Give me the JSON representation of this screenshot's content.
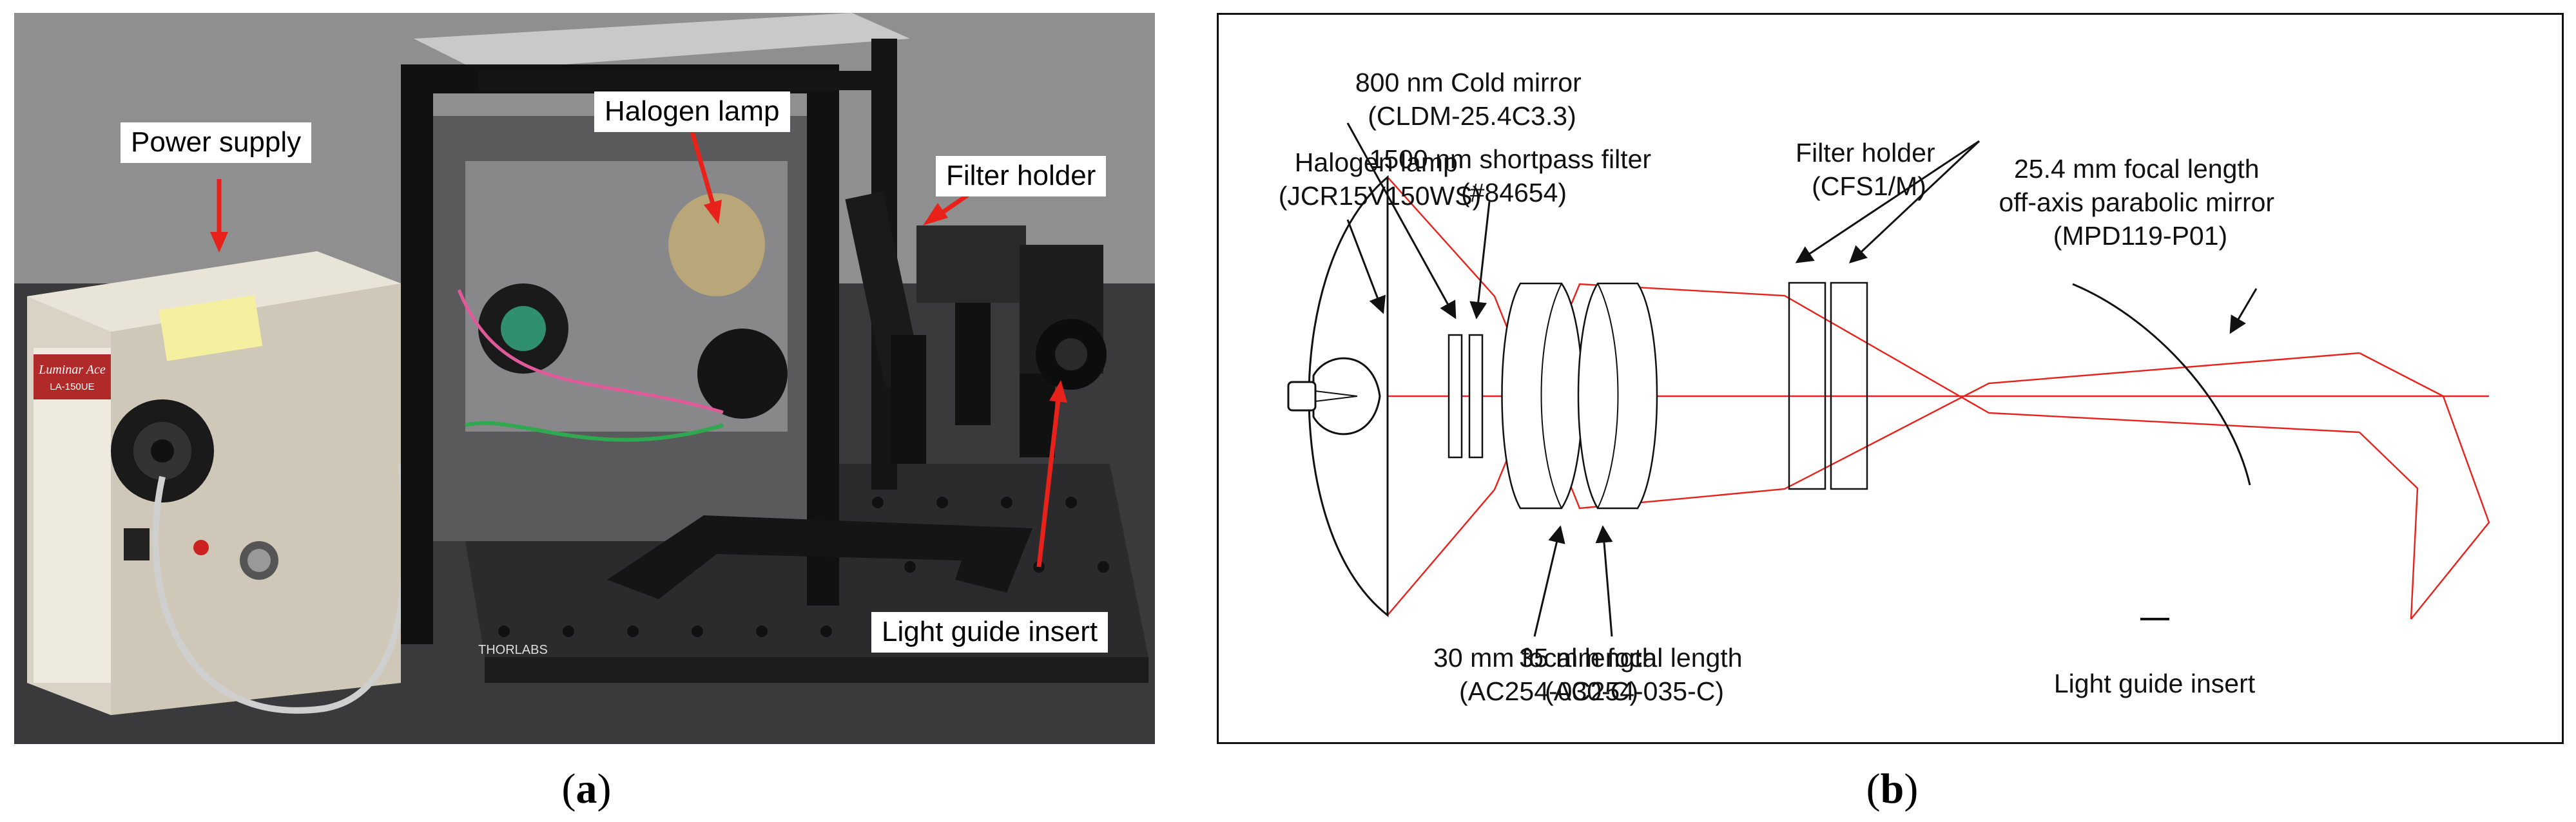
{
  "panel_a": {
    "caption_letter": "a",
    "labels": {
      "power_supply": "Power supply",
      "halogen_lamp": "Halogen lamp",
      "filter_holder": "Filter holder",
      "light_guide_insert": "Light guide insert"
    },
    "device_text": {
      "brand": "Luminar Ace",
      "model": "LA-150UE",
      "bench_brand": "THORLABS"
    }
  },
  "panel_b": {
    "caption_letter": "b",
    "labels": {
      "halogen_lamp": [
        "Halogen lamp",
        "(JCR15V150WS)"
      ],
      "cold_mirror": [
        "800 nm Cold mirror",
        "(CLDM-25.4C3.3)"
      ],
      "shortpass_filter": [
        "1500 nm shortpass filter",
        "(#84654)"
      ],
      "filter_holder": [
        "Filter holder",
        "(CFS1/M)"
      ],
      "parabolic_mirror": [
        "25.4 mm focal length",
        "off-axis parabolic mirror",
        "(MPD119-P01)"
      ],
      "lens_30": [
        "30 mm focal length",
        "(AC254-030-C)"
      ],
      "lens_35": [
        "35 mm focal length",
        "(AC254-035-C)"
      ],
      "light_guide_insert": [
        "Light guide insert"
      ]
    }
  },
  "colors": {
    "annotation_arrow": "#e8221b",
    "ray": "#e8221b",
    "outline": "#222222",
    "photo_background": "#6b6b6b"
  }
}
